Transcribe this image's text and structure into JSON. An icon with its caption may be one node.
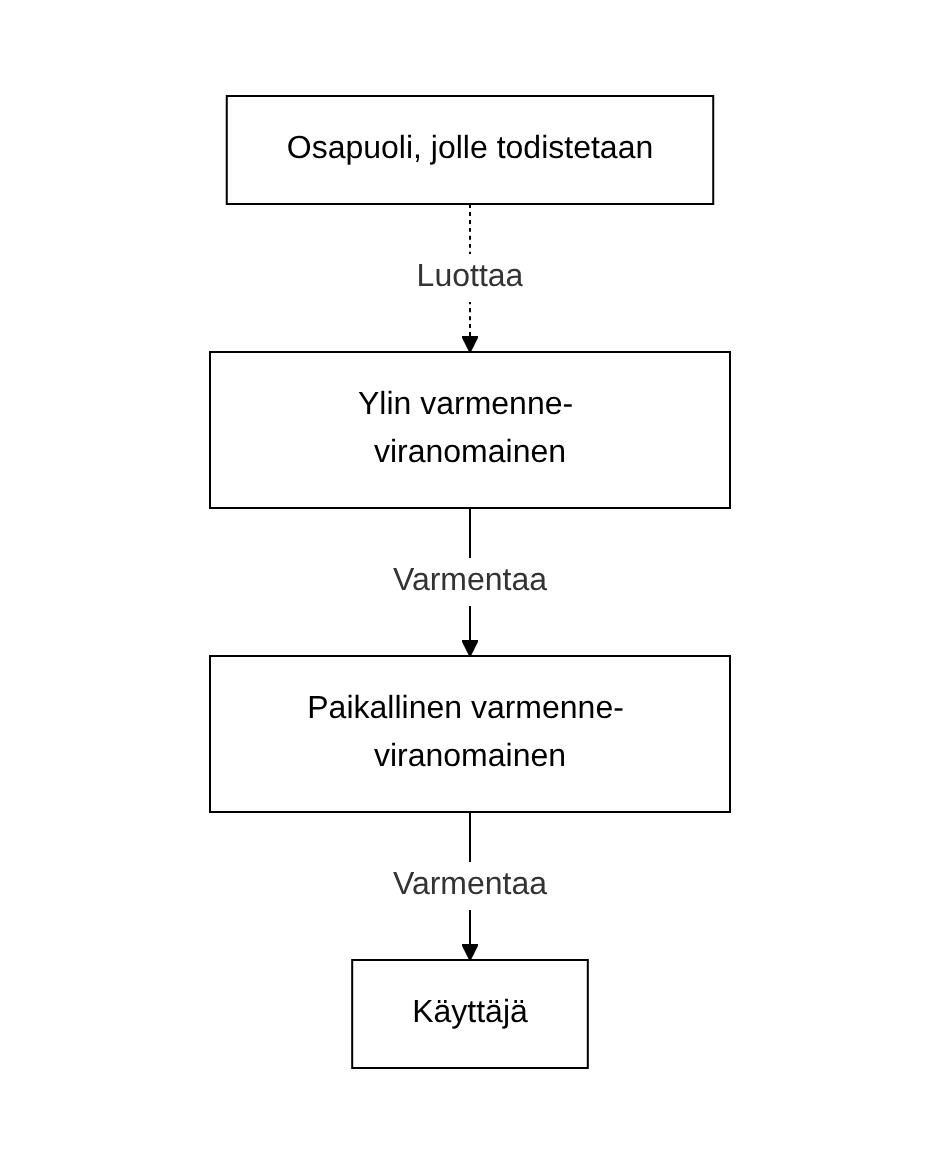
{
  "diagram": {
    "nodes": [
      {
        "text": [
          "Ylin varmenne- viranomainen"
        ]
      },
      {
        "text": [
          "Paikallinen varmenne- viranomainen"
        ]
      },
      {
        "text": [
          "Osapuoli, jolle todistetaan"
        ]
      },
      {
        "text": [
          "Käyttäjä"
        ]
      }
    ],
    "edges": [
      {
        "from": 0,
        "to": 1,
        "arrow": "to",
        "label": "Varmentaa"
      },
      {
        "from": 1,
        "to": 3,
        "arrow": "to",
        "label": "Varmentaa"
      },
      {
        "from": 2,
        "to": 0,
        "arrow": "to",
        "label": "Luottaa",
        "style": "dashed"
      }
    ]
  }
}
